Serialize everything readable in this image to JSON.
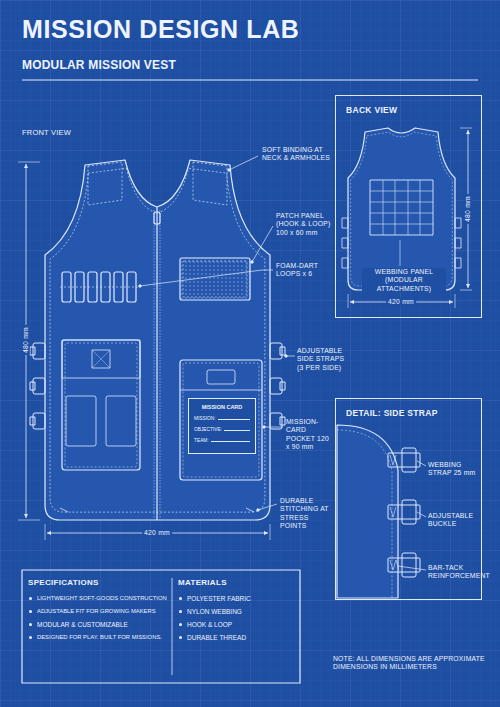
{
  "diagram": {
    "title": "MISSION DESIGN LAB",
    "nodes": [
      {
        "text": [
          "BACK VIEW"
        ]
      },
      {
        "text": [
          "DETAIL: SIDE STRAP"
        ]
      },
      {
        "text": [
          "SPECIFICATIONS",
          "LIGHTWEIGHT SOFT-GOODS CONSTRUCTION",
          "ADJUSTABLE FIT FOR GROWING MAKERS",
          "MODULAR & CUSTOMIZABLE",
          "DESIGNED FOR PLAY. BUILT FOR MISSIONS."
        ]
      },
      {
        "text": [
          "MATERIALS",
          "POLYESTER FABRIC",
          "NYLON WEBBING",
          "HOOK & LOOP",
          "DURABLE THREAD"
        ]
      },
      {
        "text": [
          "MISSION CARD",
          "MISSION:",
          "OBJECTIVE:",
          "TEAM:"
        ]
      }
    ],
    "labels": [
      "MODULAR MISSION VEST",
      "FRONT VIEW",
      "SOFT BINDING AT NECK & ARMHOLES",
      "PATCH PANEL (HOOK & LOOP) 100 x 60 mm",
      "FOAM-DART LOOPS x 6",
      "480 mm",
      "ADJUSTABLE SIDE STRAPS (3 PER SIDE)",
      "MISSION-CARD POCKET 120 x 90 mm",
      "420 mm",
      "DURABLE STITCHING AT STRESS POINTS",
      "480 mm",
      "WEBBING PANEL (MODULAR ATTACHMENTS)",
      "420 mm",
      "WEBBING STRAP 25 mm",
      "ADJUSTABLE BUCKLE",
      "BAR-TACK REINFORCEMENT",
      "NOTE: ALL DIMENSIONS ARE APPROXIMATE DIMENSIONS IN MILLIMETERS"
    ]
  }
}
